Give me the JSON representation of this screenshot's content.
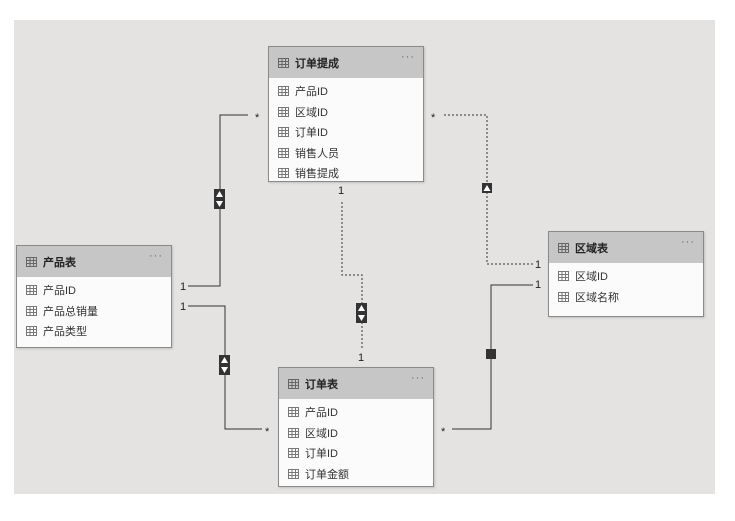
{
  "tables": {
    "commission": {
      "title": "订单提成",
      "more": "···",
      "fields": [
        "产品ID",
        "区域ID",
        "订单ID",
        "销售人员",
        "销售提成"
      ]
    },
    "product": {
      "title": "产品表",
      "more": "···",
      "fields": [
        "产品ID",
        "产品总销量",
        "产品类型"
      ]
    },
    "region": {
      "title": "区域表",
      "more": "···",
      "fields": [
        "区域ID",
        "区域名称"
      ]
    },
    "orders": {
      "title": "订单表",
      "more": "···",
      "fields": [
        "产品ID",
        "区域ID",
        "订单ID",
        "订单金额"
      ]
    }
  },
  "relationships": [
    {
      "from": "产品表",
      "to": "订单提成",
      "from_card": "1",
      "to_card": "*",
      "filter": "both",
      "style": "solid"
    },
    {
      "from": "产品表",
      "to": "订单表",
      "from_card": "1",
      "to_card": "*",
      "filter": "both",
      "style": "solid"
    },
    {
      "from": "区域表",
      "to": "订单提成",
      "from_card": "1",
      "to_card": "*",
      "filter": "single-up",
      "style": "dotted"
    },
    {
      "from": "区域表",
      "to": "订单表",
      "from_card": "1",
      "to_card": "*",
      "filter": "single-down",
      "style": "solid"
    },
    {
      "from": "订单提成",
      "to": "订单表",
      "from_card": "1",
      "to_card": "1",
      "filter": "both",
      "style": "dotted"
    }
  ],
  "icons": {
    "table": "table-grid-icon",
    "field": "column-icon",
    "more": "more-options-icon"
  },
  "colors": {
    "canvas": "#e4e3e1",
    "header": "#c6c6c6",
    "card": "#fbfbfb",
    "line": "#333333"
  }
}
